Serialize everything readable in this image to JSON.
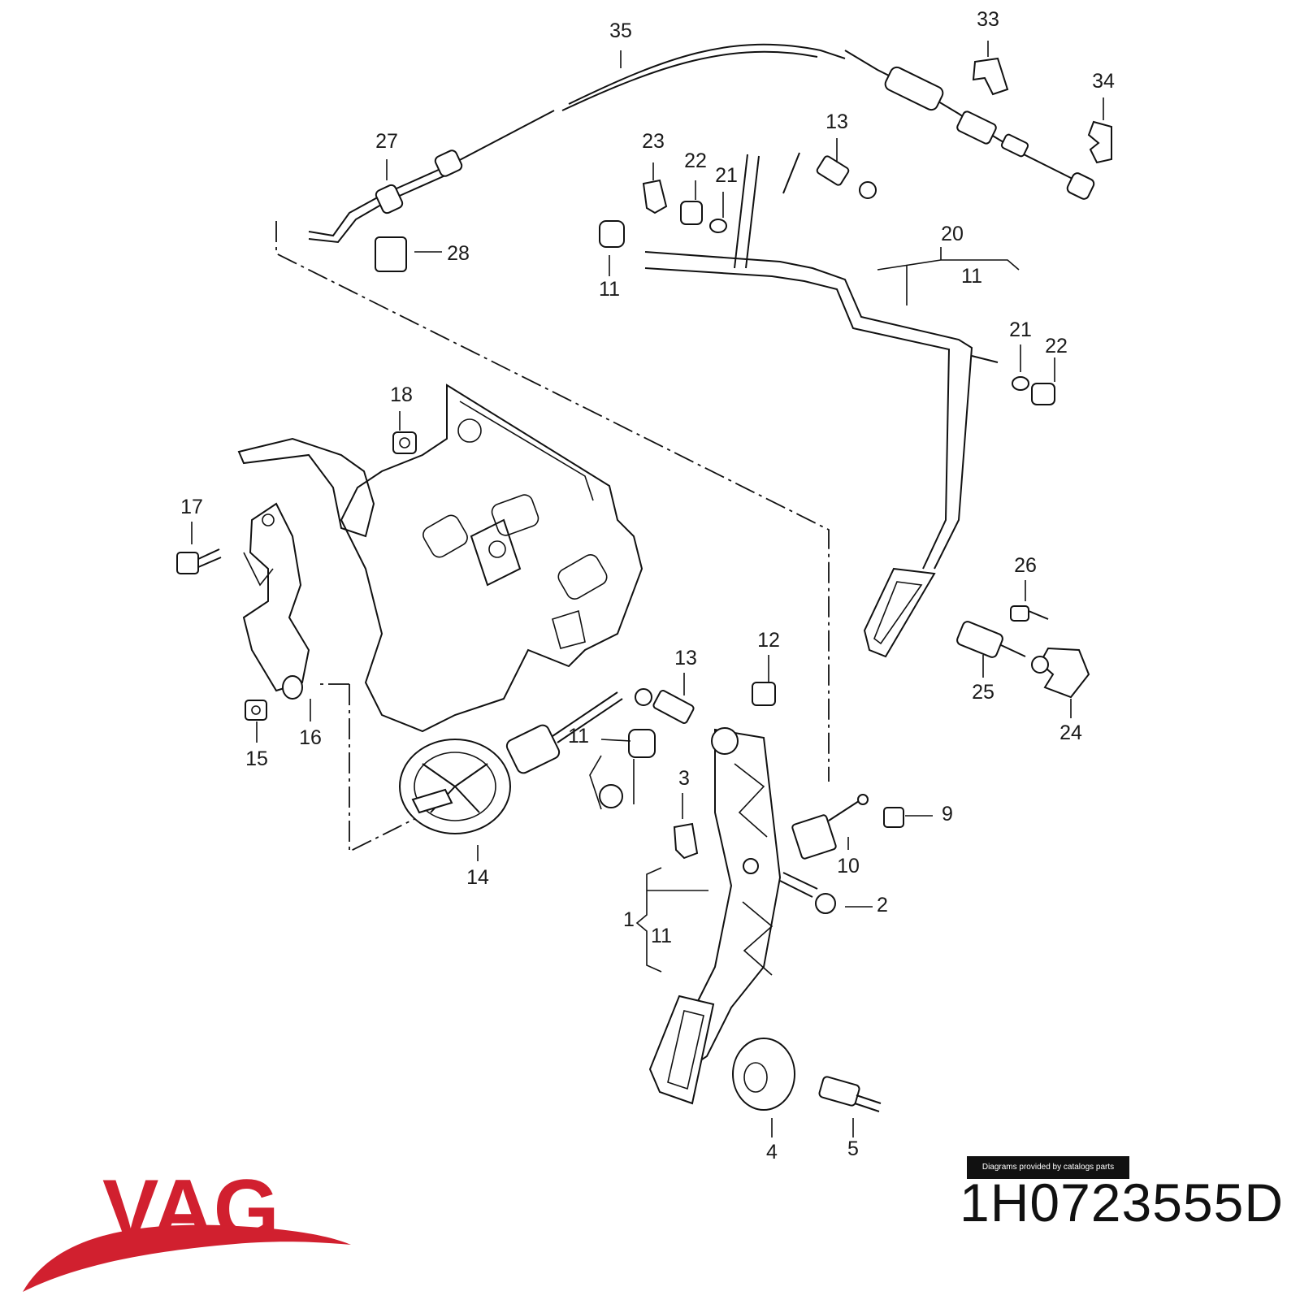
{
  "callouts": [
    {
      "id": "c35",
      "text": "35"
    },
    {
      "id": "c33",
      "text": "33"
    },
    {
      "id": "c34",
      "text": "34"
    },
    {
      "id": "c27",
      "text": "27"
    },
    {
      "id": "c13a",
      "text": "13"
    },
    {
      "id": "c23",
      "text": "23"
    },
    {
      "id": "c22a",
      "text": "22"
    },
    {
      "id": "c21a",
      "text": "21"
    },
    {
      "id": "c28",
      "text": "28"
    },
    {
      "id": "c20",
      "text": "20"
    },
    {
      "id": "c11a",
      "text": "11"
    },
    {
      "id": "c11b",
      "text": "11"
    },
    {
      "id": "c21b",
      "text": "21"
    },
    {
      "id": "c22b",
      "text": "22"
    },
    {
      "id": "c18",
      "text": "18"
    },
    {
      "id": "c17",
      "text": "17"
    },
    {
      "id": "c26",
      "text": "26"
    },
    {
      "id": "c12",
      "text": "12"
    },
    {
      "id": "c13b",
      "text": "13"
    },
    {
      "id": "c25",
      "text": "25"
    },
    {
      "id": "c24",
      "text": "24"
    },
    {
      "id": "c15",
      "text": "15"
    },
    {
      "id": "c16",
      "text": "16"
    },
    {
      "id": "c11c",
      "text": "11"
    },
    {
      "id": "c3",
      "text": "3"
    },
    {
      "id": "c9",
      "text": "9"
    },
    {
      "id": "c14",
      "text": "14"
    },
    {
      "id": "c10",
      "text": "10"
    },
    {
      "id": "c2",
      "text": "2"
    },
    {
      "id": "c1",
      "text": "1"
    },
    {
      "id": "c11d",
      "text": "11"
    },
    {
      "id": "c4",
      "text": "4"
    },
    {
      "id": "c5",
      "text": "5"
    }
  ],
  "credit": "Diagrams provided by catalogs parts",
  "brand": "VAG",
  "part_number": "1H0723555D",
  "colors": {
    "brand_red": "#d1202f",
    "line": "#111111",
    "background": "#ffffff"
  }
}
